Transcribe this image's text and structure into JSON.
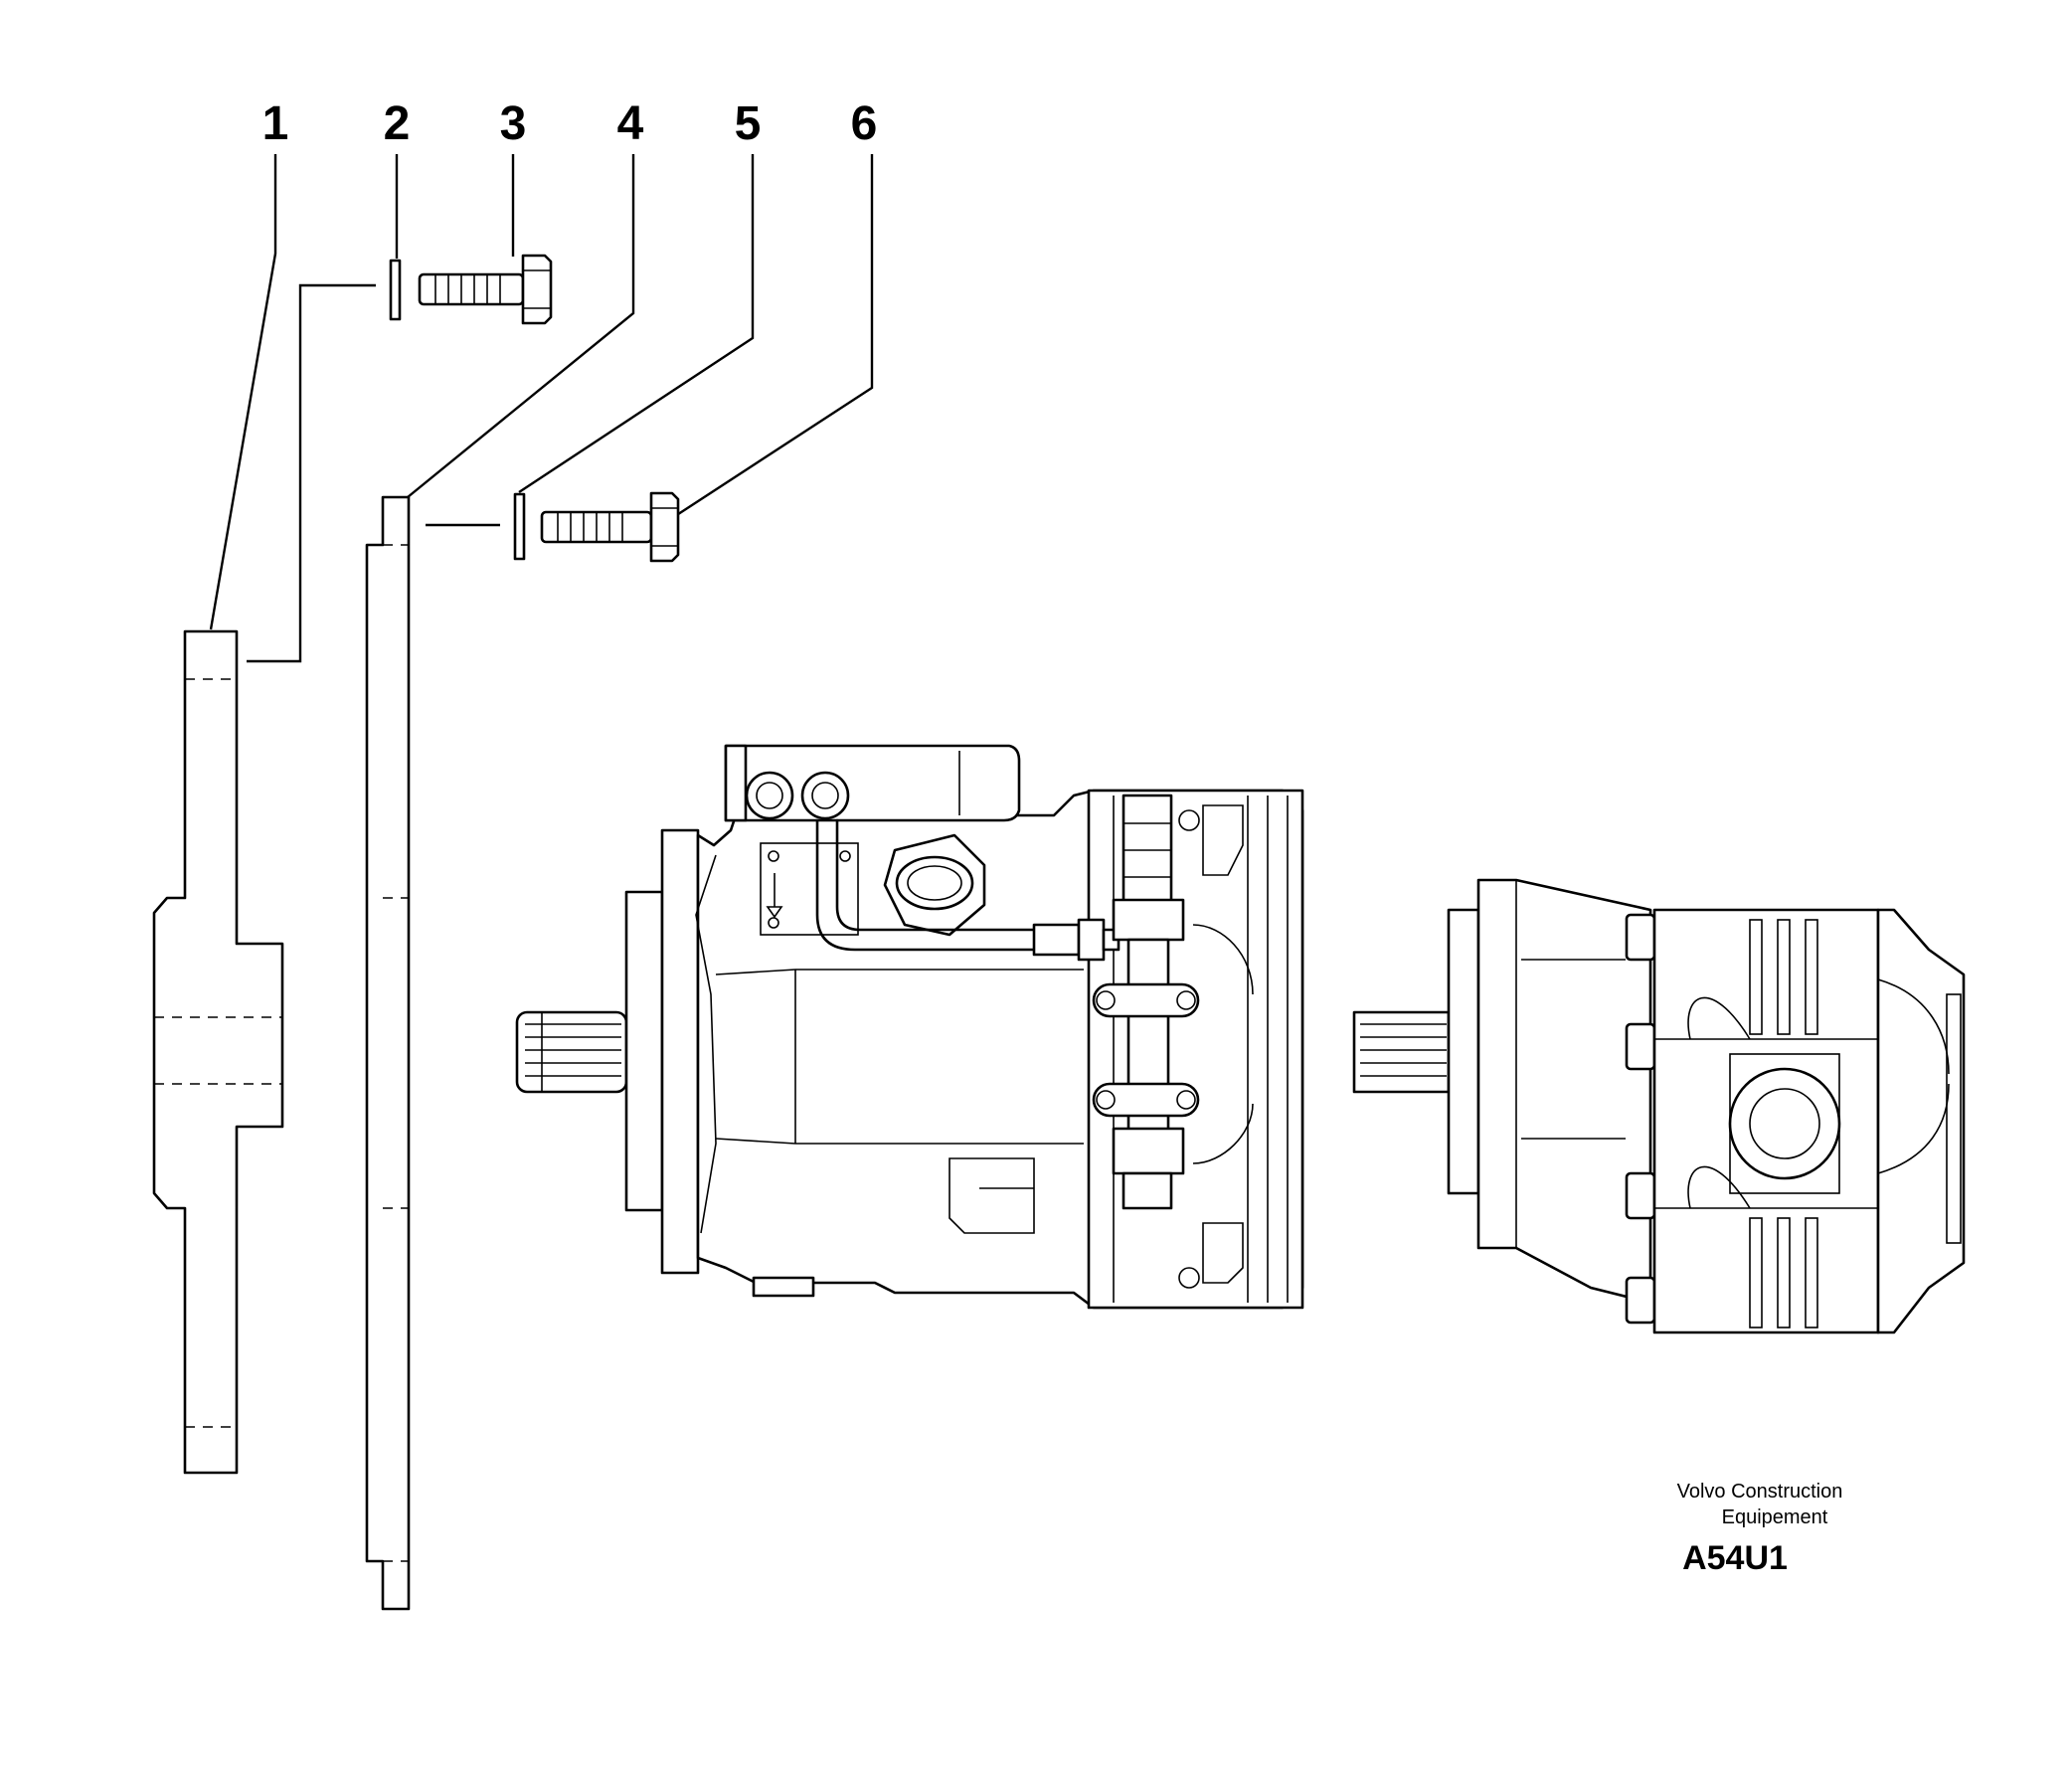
{
  "callouts": [
    {
      "id": "1",
      "label": "1"
    },
    {
      "id": "2",
      "label": "2"
    },
    {
      "id": "3",
      "label": "3"
    },
    {
      "id": "4",
      "label": "4"
    },
    {
      "id": "5",
      "label": "5"
    },
    {
      "id": "6",
      "label": "6"
    }
  ],
  "credit": {
    "line1": "Volvo Construction",
    "line2": "Equipement"
  },
  "drawing_code": "A54U1"
}
